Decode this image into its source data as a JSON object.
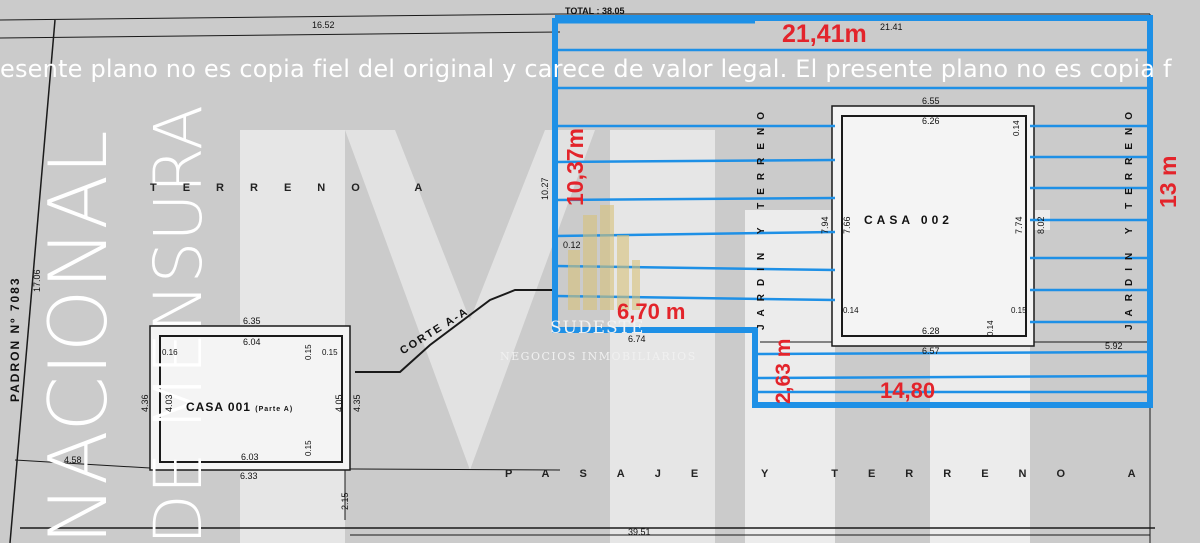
{
  "watermark": {
    "disclaimer": "esente plano no es copia fiel del original y carece de valor legal. El presente plano no es copia f",
    "vertical_1": "NACIONAL",
    "vertical_2": "DE MENSURA",
    "brand_name": "SUDESTE",
    "brand_sub": "NEGOCIOS INMOBILIARIOS"
  },
  "dimensions": {
    "total_label": "TOTAL : 38.05",
    "top_left": "16.52",
    "top_right": "21.41",
    "bottom_total": "39.51",
    "lot_right": "5.92",
    "left_17": "17.06",
    "left_458": "4.58",
    "left_215": "2.15",
    "mid_1027": "10.27",
    "mid_012": "0.12",
    "mid_674": "6.74"
  },
  "casa_001": {
    "label": "CASA 001",
    "label_sub": "(Parte A)",
    "top_outer": "6.35",
    "top_inner": "6.04",
    "bottom_inner": "6.03",
    "bottom_outer": "6.33",
    "left_outer": "4.36",
    "left_inner": "4.03",
    "right_inner": "4.05",
    "right_outer": "4.35",
    "wall_a": "0.16",
    "wall_b": "0.15",
    "wall_c": "0.15",
    "wall_d": "0.15"
  },
  "casa_002": {
    "label": "CASA 002",
    "top_outer": "6.55",
    "top_inner": "6.26",
    "bottom_inner": "6.28",
    "bottom_outer": "6.57",
    "left_outer": "7.94",
    "left_inner": "7.66",
    "right_inner": "7.74",
    "right_outer": "8.02",
    "wall_tr": "0.14",
    "wall_bl": "0.14",
    "wall_br": "0.14",
    "wall_br2": "0.15"
  },
  "plan_text": {
    "padron": "PADRON Nº 7083",
    "terreno_left": "TERRENO A",
    "jardin_y_terreno": "JARDIN Y TERRENO",
    "jardin_y_terreno_right": "JARDIN Y TERRENO",
    "corte": "CORTE A-A",
    "pasaje": "PASAJE Y TERRENO A"
  },
  "measurements": {
    "width_top": "21,41m",
    "height_left": "10,37m",
    "height_right": "13 m",
    "step_width": "6,70 m",
    "step_height": "2,63 m",
    "bottom_width": "14,80"
  },
  "colors": {
    "background": "#cbcbcb",
    "outline_blue": "#1e90e6",
    "measure_red": "#e3242b",
    "watermark_white": "#ffffff"
  }
}
